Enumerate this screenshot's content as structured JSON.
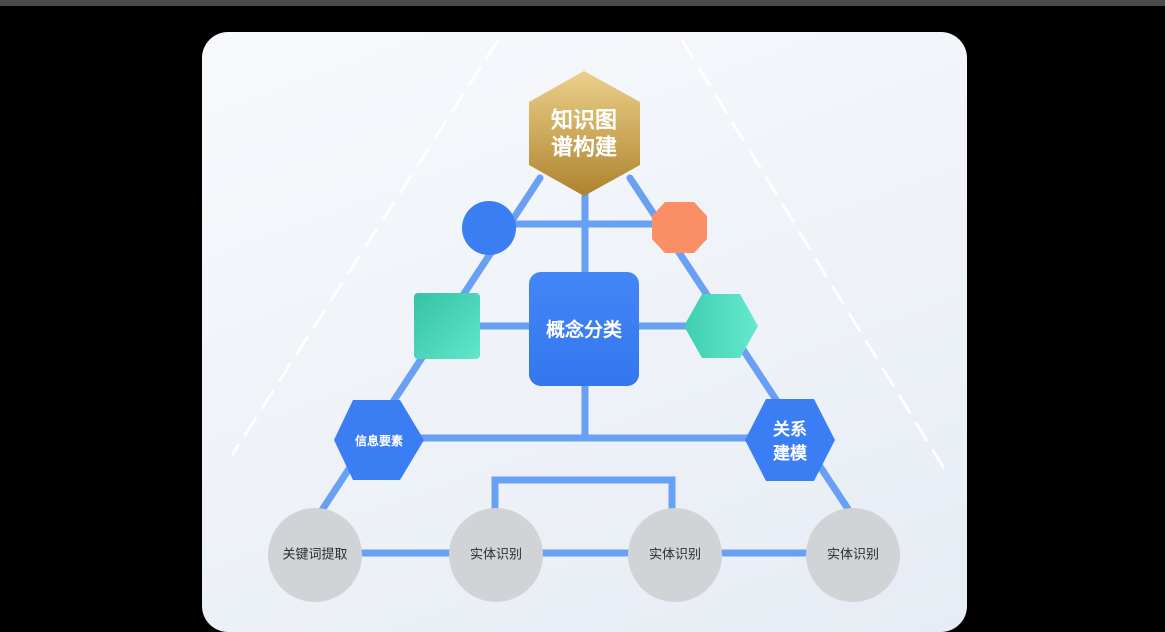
{
  "diagram": {
    "top_node": {
      "line1": "知识图",
      "line2": "谱构建"
    },
    "center_node": {
      "label": "概念分类"
    },
    "left_hex": {
      "label": "信息要素"
    },
    "right_hex": {
      "line1": "关系",
      "line2": "建模"
    },
    "bottom_circles": [
      {
        "label": "关键词提取"
      },
      {
        "label": "实体识别"
      },
      {
        "label": "实体识别"
      },
      {
        "label": "实体识别"
      }
    ]
  },
  "colors": {
    "line": "#6aa0f4",
    "blue": "#3b7df3",
    "gold_top": "#e6c776",
    "gold_bottom": "#b48b34",
    "orange": "#fa8f66",
    "teal_top": "#3ccfae",
    "teal_bottom": "#5fe3c9",
    "gray_circle": "#d2d3d6",
    "dashed": "#ffffff"
  }
}
